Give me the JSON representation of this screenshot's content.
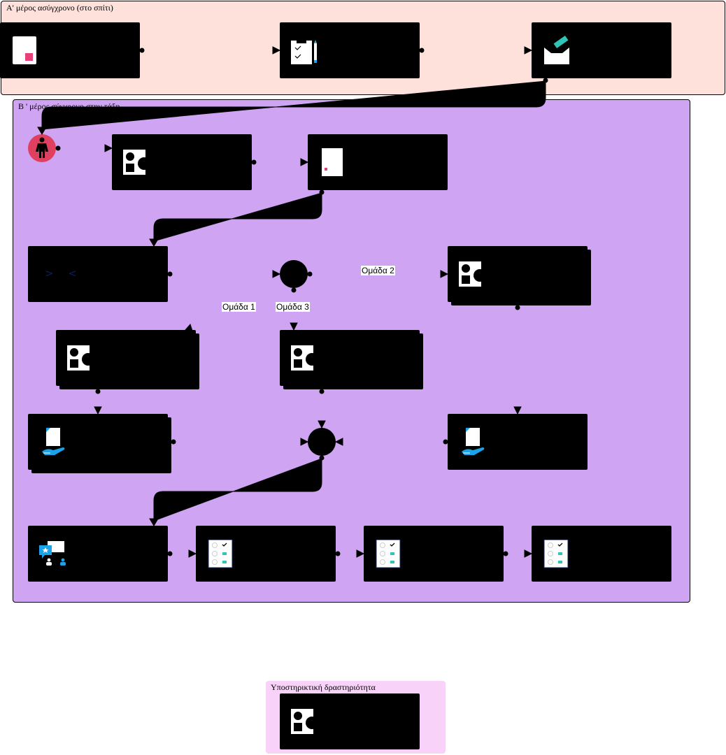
{
  "lanes": {
    "part_a": {
      "title": "Α' μέρος ασύγχρονο (στο σπίτι)",
      "color": "#ffe1dc"
    },
    "part_b": {
      "title": "Β ' μέρος σύγχρονο στην τάξη",
      "color": "#cfa5f3"
    },
    "support": {
      "title": "Υποστηρικτική δραστηριότητα",
      "color": "#f8d2f8"
    }
  },
  "groups": {
    "g1": "Ομάδα 1",
    "g2": "Ομάδα 2",
    "g3": "Ομάδα 3"
  },
  "icons": {
    "a1": "document-icon",
    "a2": "worksheet-pencil-icon",
    "a3": "submit-box-icon",
    "start": "person-start-icon",
    "b1": "shapes-activity-icon",
    "b2": "document-icon",
    "b3": "chevrons-icon",
    "g2_activity": "shapes-activity-icon",
    "g1_activity": "shapes-activity-icon",
    "g3_activity": "shapes-activity-icon",
    "hand_doc_left": "hand-document-icon",
    "hand_doc_right": "hand-document-icon",
    "discussion": "discussion-icon",
    "checklist": "checklist-icon",
    "support_activity": "shapes-activity-icon"
  },
  "colors": {
    "accent_pink": "#e8417a",
    "accent_teal": "#2ec4b6",
    "accent_blue": "#1aa3e8"
  }
}
